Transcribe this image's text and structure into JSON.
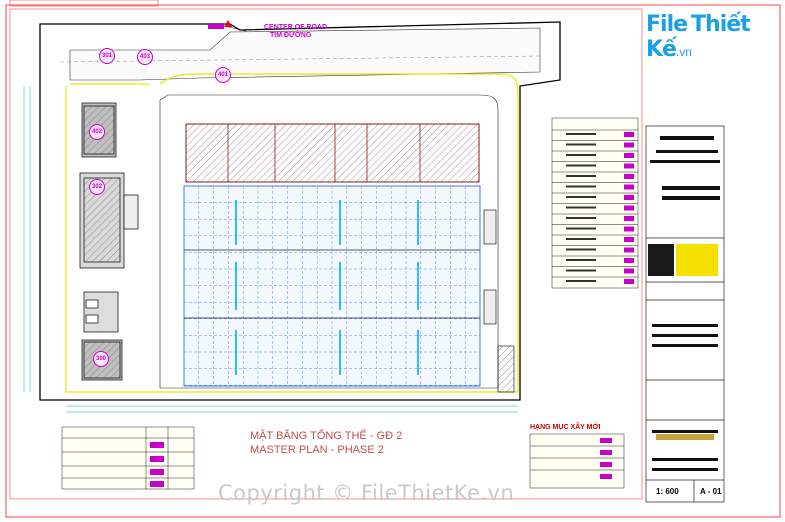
{
  "brand": {
    "logo_main": "File",
    "logo_thiet": "Thiết Kế",
    "logo_tld": ".vn"
  },
  "watermark": "Copyright © FileThietKe.vn",
  "road": {
    "label_line1": "CENTER OF ROAD",
    "label_line2": "TIM ĐƯỜNG"
  },
  "drawing_title": {
    "vi": "MẶT BẰNG TỔNG THỂ - GĐ 2",
    "en": "MASTER PLAN - PHASE 2"
  },
  "new_items_title": "HẠNG MỤC XÂY MỚI",
  "title_block": {
    "scale": "1: 600",
    "sheet_no": "A - 01"
  },
  "markers": [
    "301",
    "403",
    "401",
    "402",
    "302",
    "300"
  ],
  "colors": {
    "site_boundary": "#000000",
    "road_edge": "#e8e800",
    "grid": "#0055ff",
    "existing_building": "#8b1a1a",
    "accent": "#c800c8",
    "frame": "#ff4444"
  }
}
